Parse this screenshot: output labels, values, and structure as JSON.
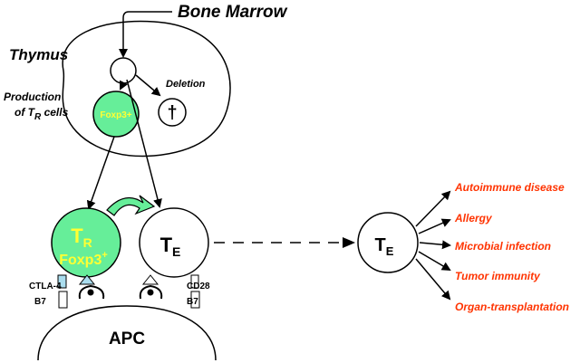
{
  "labels": {
    "bone_marrow": "Bone Marrow",
    "thymus": "Thymus",
    "production_line1": "Production",
    "production_line2_pre": "of T",
    "production_line2_sub": "R",
    "production_line2_post": " cells",
    "deletion": "Deletion",
    "foxp3_small": "Foxp3+",
    "tr_main": "T",
    "tr_sub": "R",
    "tr_foxp3": "Foxp3",
    "tr_foxp3_sup": "+",
    "te_main": "T",
    "te_sub": "E",
    "ctla4": "CTLA-4",
    "cd28": "CD28",
    "b7_left": "B7",
    "b7_right": "B7",
    "apc": "APC",
    "dagger": "†"
  },
  "outcomes": [
    "Autoimmune disease",
    "Allergy",
    "Microbial infection",
    "Tumor immunity",
    "Organ-transplantation"
  ],
  "colors": {
    "treg_fill": "#66ee99",
    "treg_text": "#ffff33",
    "outcome_text": "#ff3300",
    "stroke": "#000000",
    "ctla4_fill": "#aaddee"
  }
}
